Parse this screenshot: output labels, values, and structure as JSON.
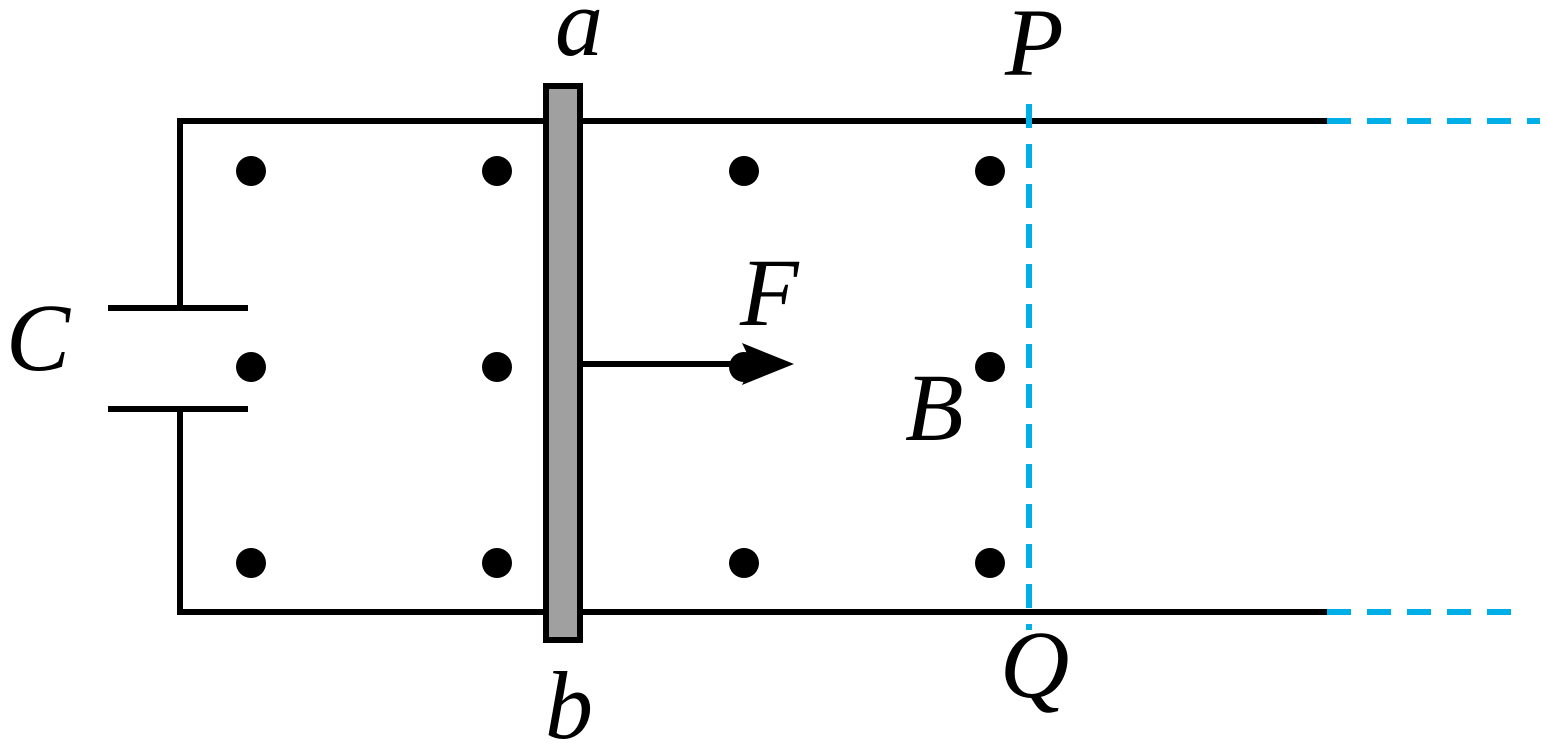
{
  "labels": {
    "capacitor": "C",
    "rod_top": "a",
    "rod_bottom": "b",
    "force": "F",
    "field": "B",
    "boundary_top": "P",
    "boundary_bottom": "Q"
  },
  "colors": {
    "wire": "#000000",
    "rod_fill": "#a0a0a0",
    "boundary": "#00aee8",
    "field_dot": "#000000"
  }
}
